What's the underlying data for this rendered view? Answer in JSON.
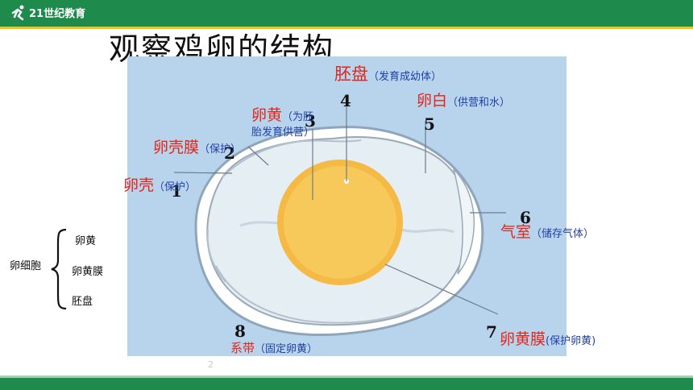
{
  "header": {
    "brand": "21世纪教育"
  },
  "title": "观察鸡卵的结构",
  "labels": {
    "l1": {
      "num": "1",
      "name": "卵壳",
      "desc": "（保护）"
    },
    "l2": {
      "num": "2",
      "name": "卵壳膜",
      "desc": "（保护）"
    },
    "l3": {
      "num": "3",
      "name": "卵黄",
      "desc1": "（为胚",
      "desc2": "胎发育供营）"
    },
    "l4": {
      "num": "4",
      "name": "胚盘",
      "desc": "（发育成幼体）"
    },
    "l5": {
      "num": "5",
      "name": "卵白",
      "desc": "（供营和水）"
    },
    "l6": {
      "num": "6",
      "name": "气室",
      "desc": "（储存气体）"
    },
    "l7": {
      "num": "7",
      "name": "卵黄膜",
      "desc": "(保护卵黄)"
    },
    "l8": {
      "num": "8",
      "name": "系带",
      "desc": "（固定卵黄）"
    }
  },
  "cell": {
    "title": "卵细胞",
    "items": [
      "卵黄",
      "卵黄膜",
      "胚盘"
    ]
  },
  "footer": {
    "page": "2"
  },
  "watermark": "世纪教育",
  "colors": {
    "green_bar": "#1e8a4c",
    "label_red": "#e0261b",
    "label_blue": "#1f3fa8",
    "yolk": "#f5b945",
    "background": "#b8d4ec"
  }
}
